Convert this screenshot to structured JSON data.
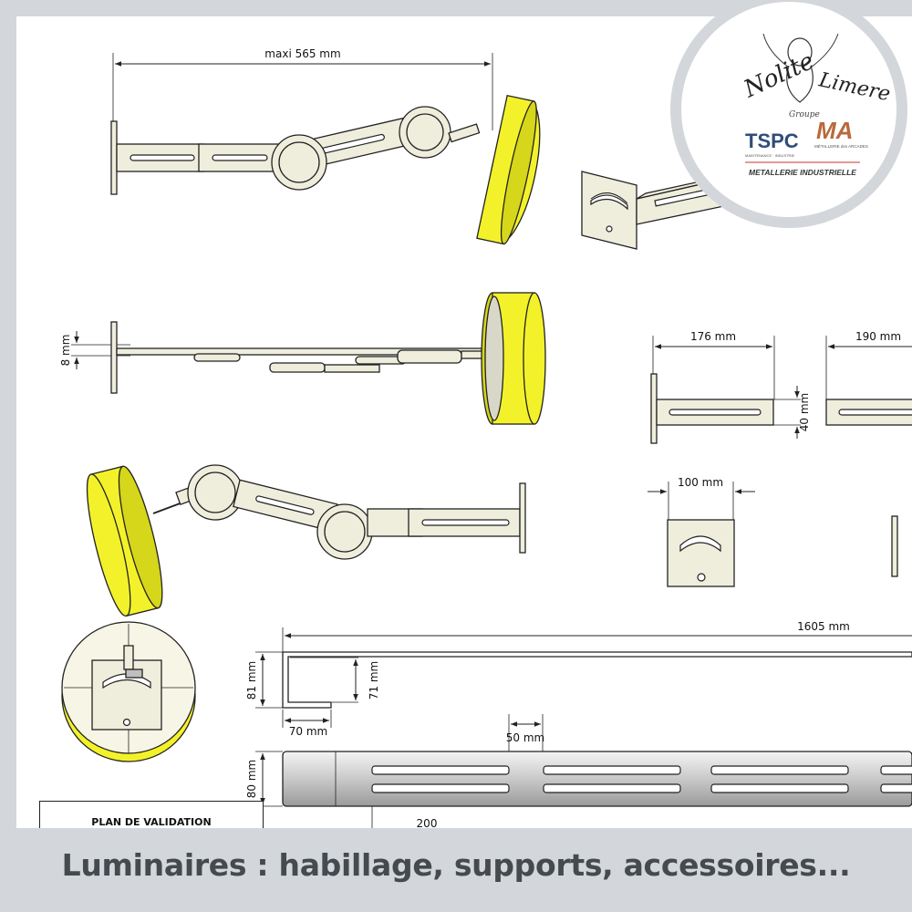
{
  "dimensions": {
    "maxi": "maxi 565 mm",
    "d8": "8 mm",
    "d176": "176 mm",
    "d190": "190 mm",
    "d40": "40 mm",
    "d100": "100 mm",
    "d1605": "1605 mm",
    "d81": "81 mm",
    "d71": "71 mm",
    "d70": "70 mm",
    "d50": "50 mm",
    "d80": "80 mm",
    "d200_partial": "200"
  },
  "plan_title": "PLAN DE VALIDATION",
  "logo": {
    "script_text_1": "Nolite",
    "script_text_2": "Limere",
    "script_text_3": "Groupe",
    "brand_1": "TSPC",
    "brand_1_sub": "MAINTENANCE · INDUSTRIE",
    "brand_2": "MA",
    "brand_2_sub": "MÉTALLERIE des ARCADES",
    "tagline": "METALLERIE INDUSTRIELLE"
  },
  "caption": "Luminaires : habillage, supports, accessoires...",
  "colors": {
    "lamp_yellow": "#f3f22a",
    "part_cream": "#efeedd",
    "frame_grey": "#d3d6da",
    "caption_text": "#454a4f",
    "logo_red": "#c8352f",
    "logo_blue": "#2f4d7a"
  }
}
